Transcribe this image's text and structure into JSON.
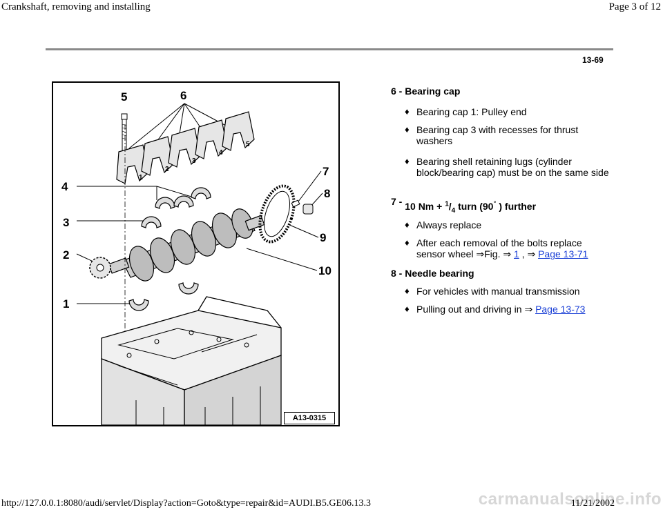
{
  "header": {
    "title": "Crankshaft, removing and installing",
    "page_of": "Page 3 of 12"
  },
  "page_number": "13-69",
  "figure": {
    "label": "A13-0315",
    "callouts": [
      "1",
      "2",
      "3",
      "4",
      "5",
      "6",
      "7",
      "8",
      "9",
      "10"
    ],
    "cap_numbers": [
      "1",
      "2",
      "3",
      "4",
      "5"
    ]
  },
  "items": [
    {
      "num": "6 -",
      "title": "Bearing cap",
      "bullets": [
        "Bearing cap 1: Pulley end",
        "Bearing cap 3 with recesses for thrust washers",
        "Bearing shell retaining lugs (cylinder block/bearing cap) must be on the same side"
      ]
    },
    {
      "num": "7 -",
      "title_a": "10 Nm + ",
      "frac_num": "1",
      "frac_den": "4",
      "title_b": " turn (90",
      "degree": "°",
      "title_c": " ) further",
      "bullets": [
        "Always replace",
        "After each removal of the bolts replace sensor wheel"
      ],
      "ref_fig": "Fig.",
      "ref_link1": "1",
      "ref_sep": ",",
      "ref_link2": "Page 13-71"
    },
    {
      "num": "8 -",
      "title": "Needle bearing",
      "bullets": [
        "For vehicles with manual transmission",
        "Pulling out and driving in"
      ],
      "ref_link": "Page 13-73"
    }
  ],
  "symbols": {
    "bullet": "♦",
    "arrow": "⇒"
  },
  "footer": {
    "url": "http://127.0.0.1:8080/audi/servlet/Display?action=Goto&type=repair&id=AUDI.B5.GE06.13.3",
    "date": "11/21/2002",
    "watermark": "carmanualsonline.info"
  }
}
